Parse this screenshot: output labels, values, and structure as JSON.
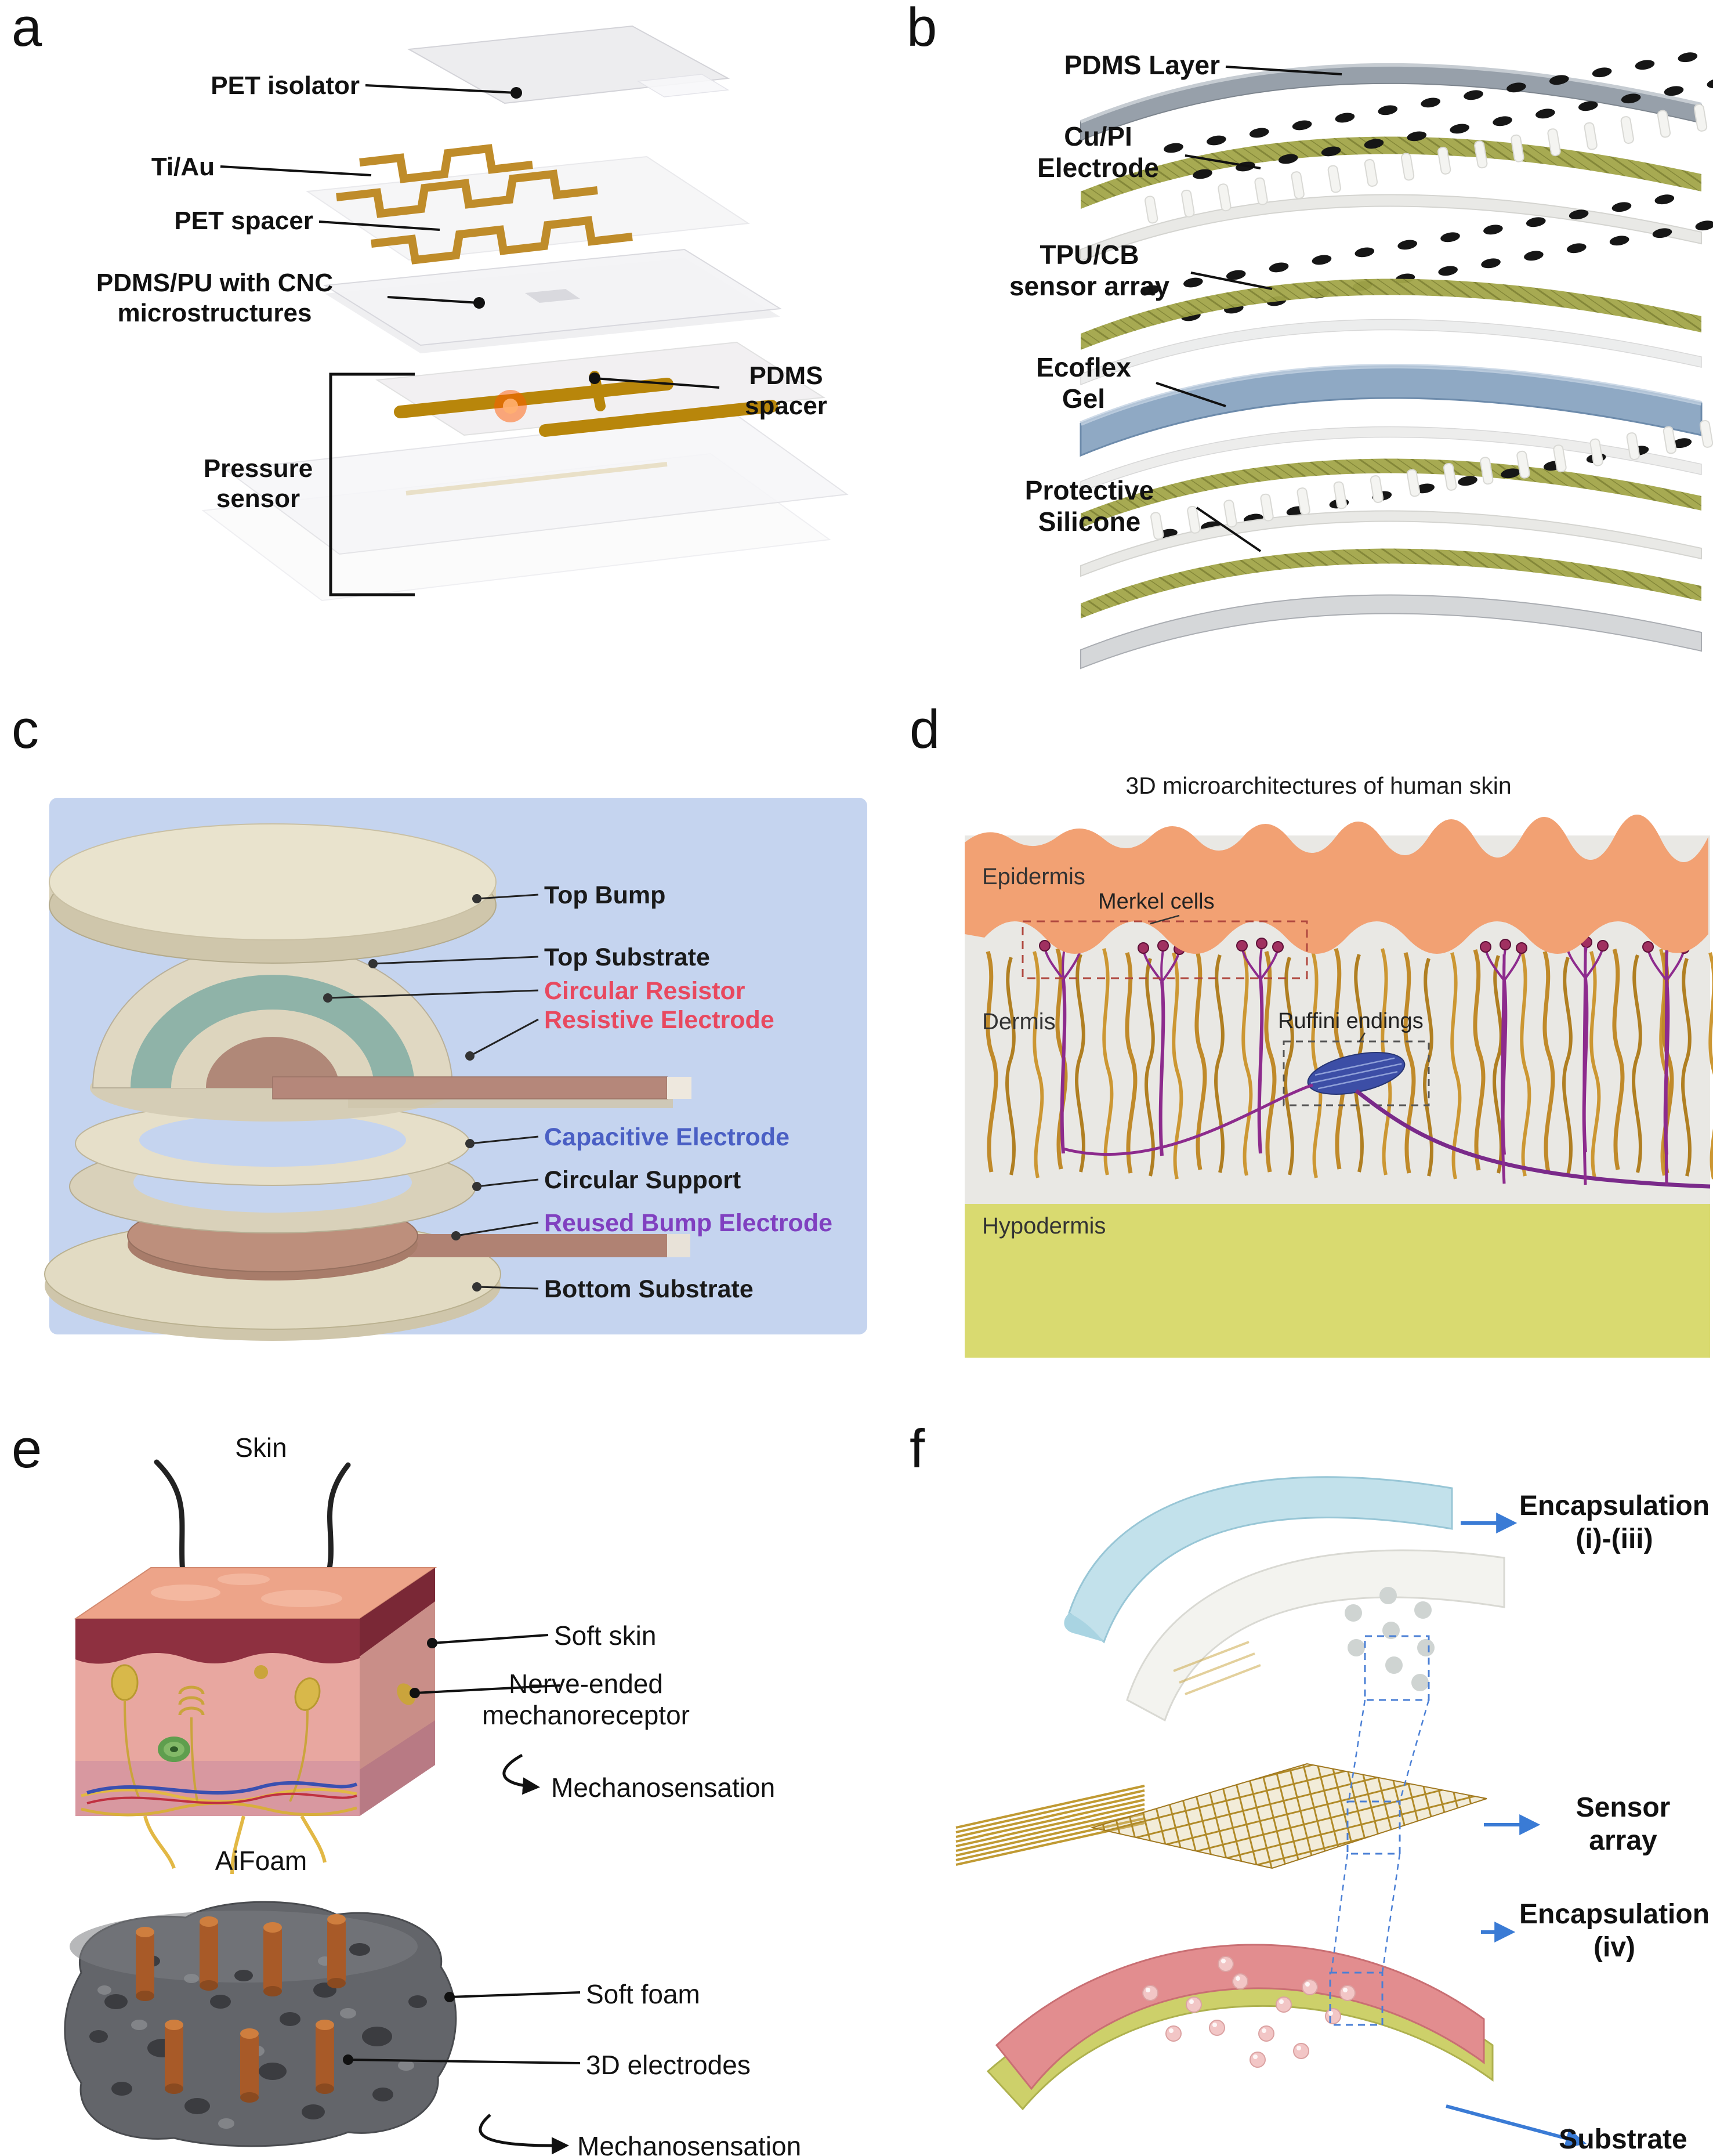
{
  "panel_a": {
    "letter": "a",
    "labels": {
      "pet_isolator": "PET isolator",
      "ti_au": "Ti/Au",
      "pet_spacer": "PET spacer",
      "pdms_pu_cnc": "PDMS/PU with CNC\nmicrostructures",
      "pdms_spacer": "PDMS\nspacer",
      "pressure_sensor": "Pressure\nsensor"
    }
  },
  "panel_b": {
    "letter": "b",
    "labels": {
      "pdms_layer": "PDMS Layer",
      "cu_pi_electrode": "Cu/PI\nElectrode",
      "tpu_cb_sensor_array": "TPU/CB\nsensor array",
      "ecoflex_gel": "Ecoflex\nGel",
      "protective_silicone": "Protective\nSilicone"
    }
  },
  "panel_c": {
    "letter": "c",
    "labels": {
      "top_bump": {
        "text": "Top Bump",
        "color": "#1a1a1a"
      },
      "top_substrate": {
        "text": "Top Substrate",
        "color": "#1a1a1a"
      },
      "circular_resistor": {
        "text": "Circular Resistor",
        "color": "#e8495f"
      },
      "resistive_electrode": {
        "text": "Resistive Electrode",
        "color": "#e8495f"
      },
      "capacitive_electrode": {
        "text": "Capacitive Electrode",
        "color": "#4a5fc4"
      },
      "circular_support": {
        "text": "Circular Support",
        "color": "#1a1a1a"
      },
      "reused_bump_electrode": {
        "text": "Reused Bump Electrode",
        "color": "#8040c0"
      },
      "bottom_substrate": {
        "text": "Bottom Substrate",
        "color": "#1a1a1a"
      }
    }
  },
  "panel_d": {
    "letter": "d",
    "title": "3D microarchitectures of human skin",
    "labels": {
      "epidermis": "Epidermis",
      "merkel_cells": "Merkel cells",
      "dermis": "Dermis",
      "ruffini_endings": "Ruffini endings",
      "hypodermis": "Hypodermis"
    }
  },
  "panel_e": {
    "letter": "e",
    "skin": {
      "title": "Skin",
      "soft_skin": "Soft skin",
      "nerve_mechanoreceptor": "Nerve-ended\nmechanoreceptor",
      "mechanosensation": "Mechanosensation"
    },
    "aifoam": {
      "title": "AiFoam",
      "soft_foam": "Soft foam",
      "electrodes_3d": "3D electrodes",
      "mechanosensation": "Mechanosensation"
    }
  },
  "panel_f": {
    "letter": "f",
    "labels": {
      "encapsulation_i_iii": "Encapsulation\n(i)-(iii)",
      "sensor_array": "Sensor\narray",
      "encapsulation_iv": "Encapsulation\n(iv)",
      "substrate": "Substrate"
    }
  },
  "colors": {
    "label_red": "#e8495f",
    "label_blue": "#4a5fc4",
    "label_purple": "#8040c0",
    "arrow_blue": "#3a7bd5",
    "panel_c_background": "#c5d4ef",
    "gold_trace": "#b8860b",
    "olive_mesh": "#a2a649",
    "ecoflex_blue": "#8fa9c4",
    "epidermis_orange": "#f2a173",
    "hypodermis_yellow": "#d9da70",
    "skin_pink": "#e8a7a0",
    "foam_gray": "#63656a",
    "electrode_orange": "#a85a28",
    "substrate_pink": "#e28d8f"
  }
}
